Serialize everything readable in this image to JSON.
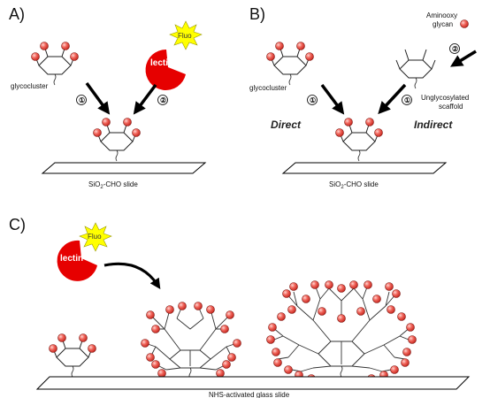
{
  "panels": {
    "a": {
      "letter": "A)",
      "glycocluster_label": "glycocluster",
      "lectin_label": "lectin",
      "fluo_label": "Fluo",
      "step1": "①",
      "step2": "②",
      "slide_label_pre": "SiO",
      "slide_label_sub": "2",
      "slide_label_post": "-CHO slide"
    },
    "b": {
      "letter": "B)",
      "glycocluster_label": "glycocluster",
      "aminooxy_line1": "Aminooxy",
      "aminooxy_line2": "glycan",
      "scaffold_line1": "Unglycosylated",
      "scaffold_line2": "scaffold",
      "direct_label": "Direct",
      "indirect_label": "Indirect",
      "step1_direct": "①",
      "step1_indirect": "①",
      "step2": "②",
      "slide_label_pre": "SiO",
      "slide_label_sub": "2",
      "slide_label_post": "-CHO slide"
    },
    "c": {
      "letter": "C)",
      "lectin_label": "lectin",
      "fluo_label": "Fluo",
      "slide_label": "NHS-activated glass slide"
    }
  },
  "colors": {
    "glycan": "#e8453c",
    "lectin": "#e60000",
    "fluo": "#ffff00",
    "line": "#000000"
  }
}
